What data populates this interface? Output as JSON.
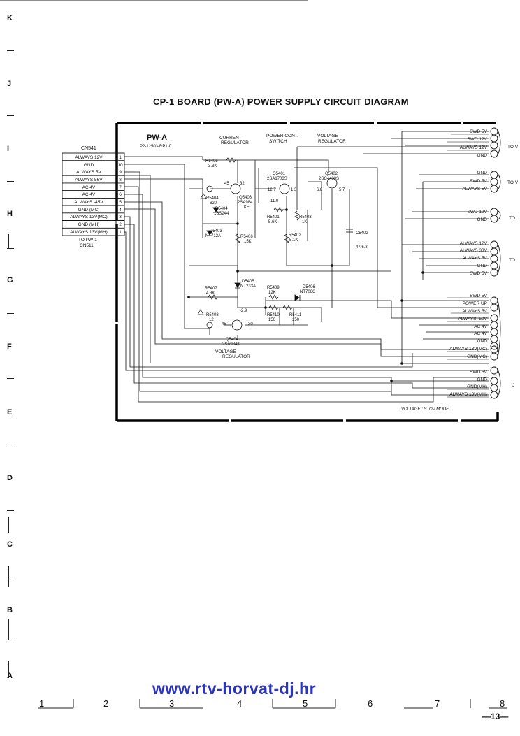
{
  "title": "CP-1 BOARD (PW-A) POWER SUPPLY CIRCUIT DIAGRAM",
  "board": {
    "name": "PW-A",
    "part_no": "P2-12503-RP1-0"
  },
  "row_labels": [
    "K",
    "J",
    "I",
    "H",
    "G",
    "F",
    "E",
    "D",
    "C",
    "B",
    "A"
  ],
  "col_labels": [
    "1",
    "2",
    "3",
    "4",
    "5",
    "6",
    "7",
    "8"
  ],
  "left_connector": {
    "id": "CN541",
    "pins": [
      {
        "label": "ALWAYS 12V",
        "num": "1"
      },
      {
        "label": "GND",
        "num": "10"
      },
      {
        "label": "ALWAYS 5V",
        "num": "9"
      },
      {
        "label": "ALWAYS 56V",
        "num": "8"
      },
      {
        "label": "AC 4V",
        "num": "7"
      },
      {
        "label": "AC 4V",
        "num": "6"
      },
      {
        "label": "ALWAYS -45V",
        "num": "5"
      },
      {
        "label": "GND (MC)",
        "num": "4"
      },
      {
        "label": "ALWAYS 13V(MC)",
        "num": "3"
      },
      {
        "label": "GND (MH)",
        "num": "2"
      },
      {
        "label": "ALWAYS 13V(MH)",
        "num": "1"
      }
    ],
    "dest_line1": "TO PW-1",
    "dest_line2": "CN511"
  },
  "block_labels": {
    "current_regulator": [
      "CURRENT",
      "REGULATOR"
    ],
    "power_cont_switch": [
      "POWER CONT.",
      "SWITCH"
    ],
    "voltage_regulator_top": [
      "VOLTAGE",
      "REGULATOR"
    ],
    "voltage_regulator_bottom": [
      "VOLTAGE",
      "REGULATOR"
    ]
  },
  "components": [
    {
      "ref": "R5405",
      "val": "3.3K"
    },
    {
      "ref": "Q5401",
      "val": "2SA1703S"
    },
    {
      "ref": "Q5402",
      "val": "2SC4483S"
    },
    {
      "ref": "R5404",
      "val": "620"
    },
    {
      "ref": "Q5403",
      "val": "2SA984",
      "extra": "KF"
    },
    {
      "ref": "D5404",
      "val": "1SS244"
    },
    {
      "ref": "D5403",
      "val": "NT712A"
    },
    {
      "ref": "R5401",
      "val": "5.6K"
    },
    {
      "ref": "R5403",
      "val": "1K"
    },
    {
      "ref": "R5406",
      "val": "15K"
    },
    {
      "ref": "R5402",
      "val": "5.1K"
    },
    {
      "ref": "C5402",
      "val": "47/6.3"
    },
    {
      "ref": "D5405",
      "val": "NT233A"
    },
    {
      "ref": "R5407",
      "val": "4.3K"
    },
    {
      "ref": "R5409",
      "val": "12K"
    },
    {
      "ref": "D5406",
      "val": "NT706C"
    },
    {
      "ref": "R5408",
      "val": "12"
    },
    {
      "ref": "R5410",
      "val": "150"
    },
    {
      "ref": "R5411",
      "val": "150"
    },
    {
      "ref": "Q5404",
      "val": "2SA984K"
    }
  ],
  "voltages": [
    "45",
    "32",
    "12.7",
    "1.3",
    "6.8",
    "5.7",
    "11.0",
    "-2.9",
    "-45",
    "30"
  ],
  "right_outputs": [
    {
      "label": "SWD 5V",
      "group": "TO V"
    },
    {
      "label": "SWD 12V",
      "group": "TO V"
    },
    {
      "label": "ALWAYS 12V",
      "group": "TO V"
    },
    {
      "label": "GND",
      "group": "TO V"
    },
    {
      "label": "GND",
      "group": "TO V"
    },
    {
      "label": "SWD 5V",
      "group": "TO V"
    },
    {
      "label": "ALWAYS 5V",
      "group": "TO V"
    },
    {
      "label": "SWD 12V",
      "group": "TO"
    },
    {
      "label": "GND",
      "group": "TO"
    },
    {
      "label": "ALWAYS 12V",
      "group": "TO"
    },
    {
      "label": "ALWAYS 33V",
      "group": "TO"
    },
    {
      "label": "ALWAYS 5V",
      "group": "TO"
    },
    {
      "label": "GND",
      "group": "TO"
    },
    {
      "label": "SWD 5V",
      "group": "TO"
    },
    {
      "label": "SWD 5V",
      "group": ""
    },
    {
      "label": "POWER UP",
      "group": ""
    },
    {
      "label": "ALWAYS 5V",
      "group": ""
    },
    {
      "label": "ALWAYS -50V",
      "group": ""
    },
    {
      "label": "AC 4V",
      "group": ""
    },
    {
      "label": "AC 4V",
      "group": ""
    },
    {
      "label": "GND",
      "group": ""
    },
    {
      "label": "ALWAYS 13V(MC)",
      "group": ""
    },
    {
      "label": "GND(MC)",
      "group": ""
    },
    {
      "label": "SWD 5V",
      "group": ""
    },
    {
      "label": "GND",
      "group": ""
    },
    {
      "label": "GND(MH)",
      "group": ""
    },
    {
      "label": "ALWAYS 13V(MH)",
      "group": ""
    }
  ],
  "right_group_labels": [
    "TO V",
    "TO V",
    "TO",
    "TO",
    "J"
  ],
  "voltage_note": "VOLTAGE : STOP MODE",
  "website": "www.rtv-horvat-dj.hr",
  "page_number": "—13—"
}
